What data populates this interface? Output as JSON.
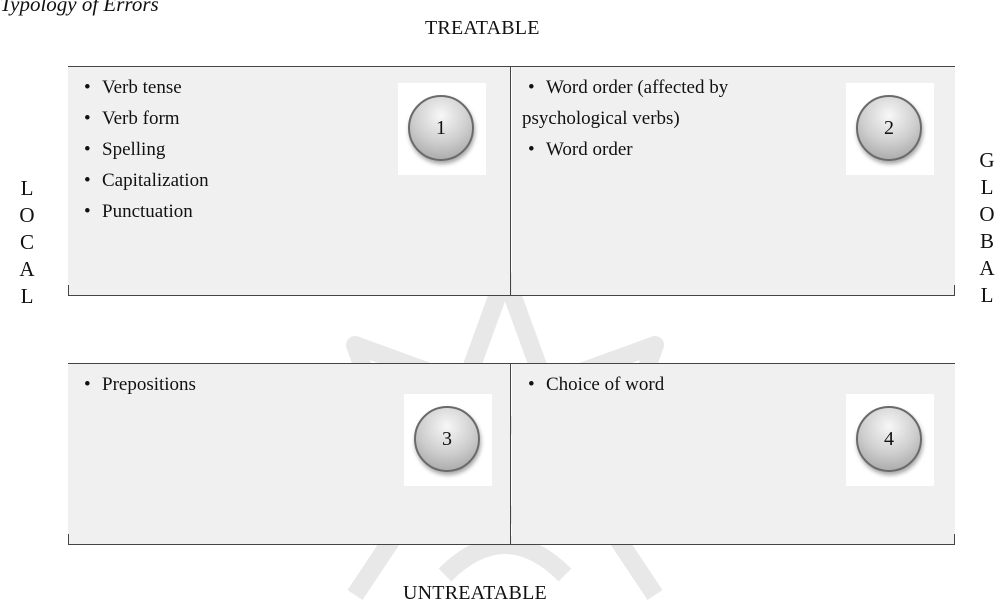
{
  "figure": {
    "caption": "Typology of Errors"
  },
  "axes": {
    "top": "TREATABLE",
    "bottom": "UNTREATABLE",
    "left_letters": [
      "L",
      "O",
      "C",
      "A",
      "L"
    ],
    "right_letters": [
      "G",
      "L",
      "O",
      "B",
      "A",
      "L"
    ]
  },
  "bullet": "•",
  "quadrants": [
    {
      "number": "1",
      "items": [
        "Verb tense",
        "Verb form",
        "Spelling",
        "Capitalization",
        "Punctuation"
      ]
    },
    {
      "number": "2",
      "items": [
        "Word order (affected by",
        "psychological verbs)",
        "Word order"
      ]
    },
    {
      "number": "3",
      "items": [
        "Prepositions"
      ]
    },
    {
      "number": "4",
      "items": [
        "Choice of word"
      ]
    }
  ]
}
